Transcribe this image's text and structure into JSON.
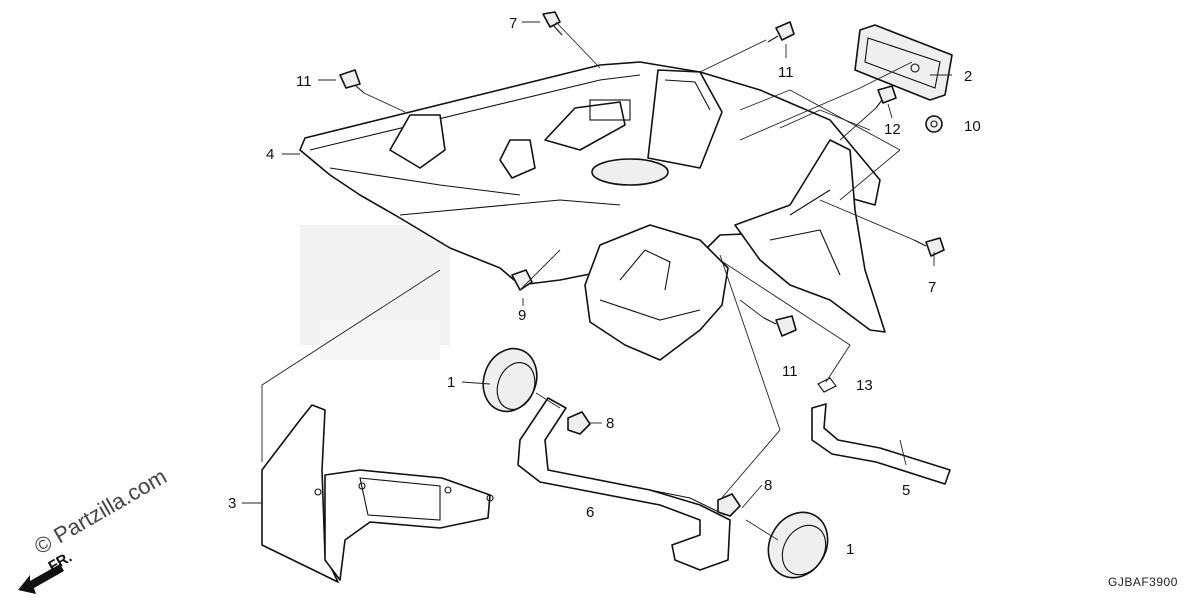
{
  "callouts": {
    "c1a": "1",
    "c1b": "1",
    "c2": "2",
    "c3": "3",
    "c4": "4",
    "c5": "5",
    "c6": "6",
    "c7a": "7",
    "c7b": "7",
    "c8a": "8",
    "c8b": "8",
    "c9": "9",
    "c10": "10",
    "c11a": "11",
    "c11b": "11",
    "c11c": "11",
    "c12": "12",
    "c13": "13"
  },
  "watermark": "© Partzilla.com",
  "front_label": "FR.",
  "diagram_code": "GJBAF3900"
}
